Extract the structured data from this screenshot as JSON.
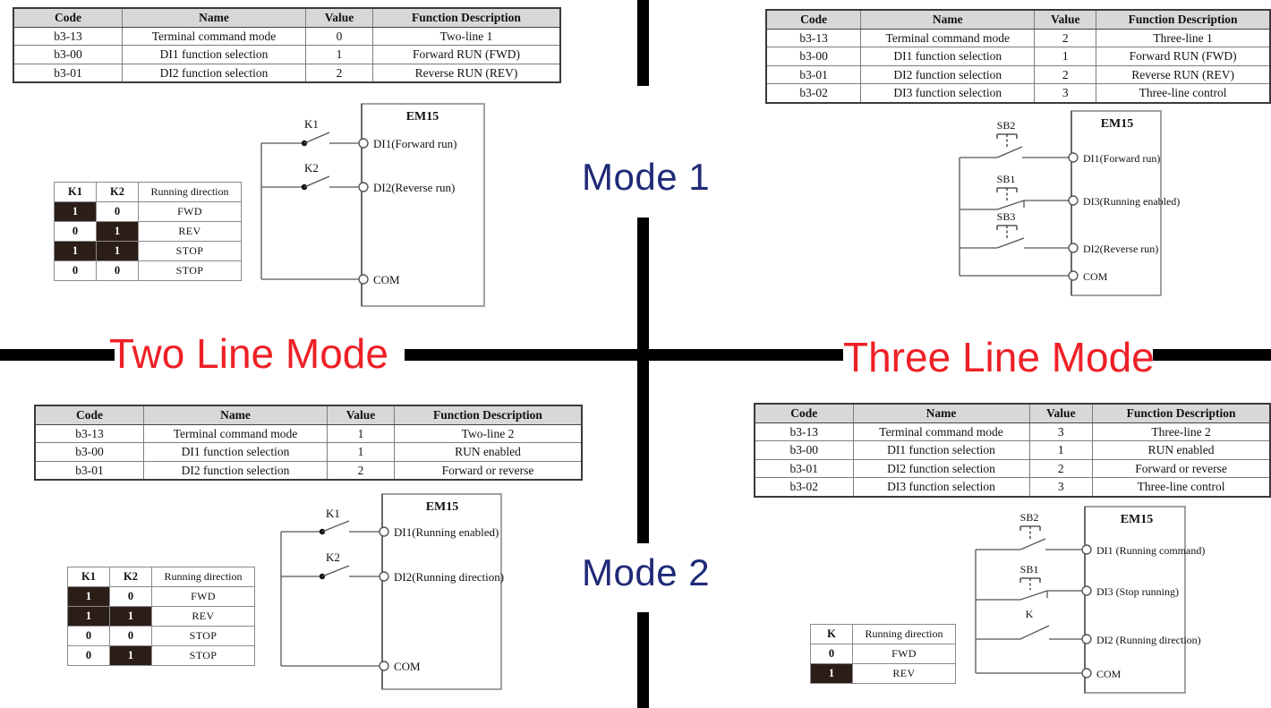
{
  "labels": {
    "mode1": "Mode 1",
    "mode2": "Mode 2",
    "two_line_mode": "Two Line Mode",
    "three_line_mode": "Three Line Mode"
  },
  "param_table_headers": [
    "Code",
    "Name",
    "Value",
    "Function Description"
  ],
  "quadrants": {
    "two_line_1": {
      "rows": [
        [
          "b3-13",
          "Terminal command mode",
          "0",
          "Two-line 1"
        ],
        [
          "b3-00",
          "DI1 function selection",
          "1",
          "Forward RUN (FWD)"
        ],
        [
          "b3-01",
          "DI2 function selection",
          "2",
          "Reverse RUN (REV)"
        ]
      ],
      "truth": {
        "headers": [
          "K1",
          "K2",
          "Running direction"
        ],
        "rows": [
          {
            "k1": "1",
            "k1_on": true,
            "k2": "0",
            "k2_on": false,
            "dir": "FWD"
          },
          {
            "k1": "0",
            "k1_on": false,
            "k2": "1",
            "k2_on": true,
            "dir": "REV"
          },
          {
            "k1": "1",
            "k1_on": true,
            "k2": "1",
            "k2_on": true,
            "dir": "STOP"
          },
          {
            "k1": "0",
            "k1_on": false,
            "k2": "0",
            "k2_on": false,
            "dir": "STOP"
          }
        ]
      },
      "circuit": {
        "device": "EM15",
        "switches": [
          "K1",
          "K2"
        ],
        "terminals": [
          "DI1(Forward run)",
          "DI2(Reverse run)",
          "COM"
        ]
      }
    },
    "three_line_1": {
      "rows": [
        [
          "b3-13",
          "Terminal command mode",
          "2",
          "Three-line 1"
        ],
        [
          "b3-00",
          "DI1 function selection",
          "1",
          "Forward RUN (FWD)"
        ],
        [
          "b3-01",
          "DI2 function selection",
          "2",
          "Reverse RUN (REV)"
        ],
        [
          "b3-02",
          "DI3 function selection",
          "3",
          "Three-line control"
        ]
      ],
      "circuit": {
        "device": "EM15",
        "switches": [
          "SB2",
          "SB1",
          "SB3"
        ],
        "terminals": [
          "DI1(Forward run)",
          "DI3(Running enabled)",
          "DI2(Reverse run)",
          "COM"
        ]
      }
    },
    "two_line_2": {
      "rows": [
        [
          "b3-13",
          "Terminal command mode",
          "1",
          "Two-line 2"
        ],
        [
          "b3-00",
          "DI1 function selection",
          "1",
          "RUN enabled"
        ],
        [
          "b3-01",
          "DI2 function selection",
          "2",
          "Forward or reverse"
        ]
      ],
      "truth": {
        "headers": [
          "K1",
          "K2",
          "Running direction"
        ],
        "rows": [
          {
            "k1": "1",
            "k1_on": true,
            "k2": "0",
            "k2_on": false,
            "dir": "FWD"
          },
          {
            "k1": "1",
            "k1_on": true,
            "k2": "1",
            "k2_on": true,
            "dir": "REV"
          },
          {
            "k1": "0",
            "k1_on": false,
            "k2": "0",
            "k2_on": false,
            "dir": "STOP"
          },
          {
            "k1": "0",
            "k1_on": false,
            "k2": "1",
            "k2_on": true,
            "dir": "STOP"
          }
        ]
      },
      "circuit": {
        "device": "EM15",
        "switches": [
          "K1",
          "K2"
        ],
        "terminals": [
          "DI1(Running enabled)",
          "DI2(Running direction)",
          "COM"
        ]
      }
    },
    "three_line_2": {
      "rows": [
        [
          "b3-13",
          "Terminal command mode",
          "3",
          "Three-line 2"
        ],
        [
          "b3-00",
          "DI1 function selection",
          "1",
          "RUN enabled"
        ],
        [
          "b3-01",
          "DI2 function selection",
          "2",
          "Forward or reverse"
        ],
        [
          "b3-02",
          "DI3 function selection",
          "3",
          "Three-line control"
        ]
      ],
      "truth": {
        "headers": [
          "K",
          "Running direction"
        ],
        "rows": [
          {
            "k": "0",
            "k_on": false,
            "dir": "FWD"
          },
          {
            "k": "1",
            "k_on": true,
            "dir": "REV"
          }
        ]
      },
      "circuit": {
        "device": "EM15",
        "switches": [
          "SB2",
          "SB1",
          "K"
        ],
        "terminals": [
          "DI1 (Running command)",
          "DI3 (Stop running)",
          "DI2 (Running direction)",
          "COM"
        ]
      }
    }
  },
  "colors": {
    "title_red": "#ee2026",
    "mode_blue": "#1f2a78",
    "divider_black": "#000000",
    "table_header_bg": "#d8d8d8",
    "truth_on_bg": "#2b1d18"
  }
}
